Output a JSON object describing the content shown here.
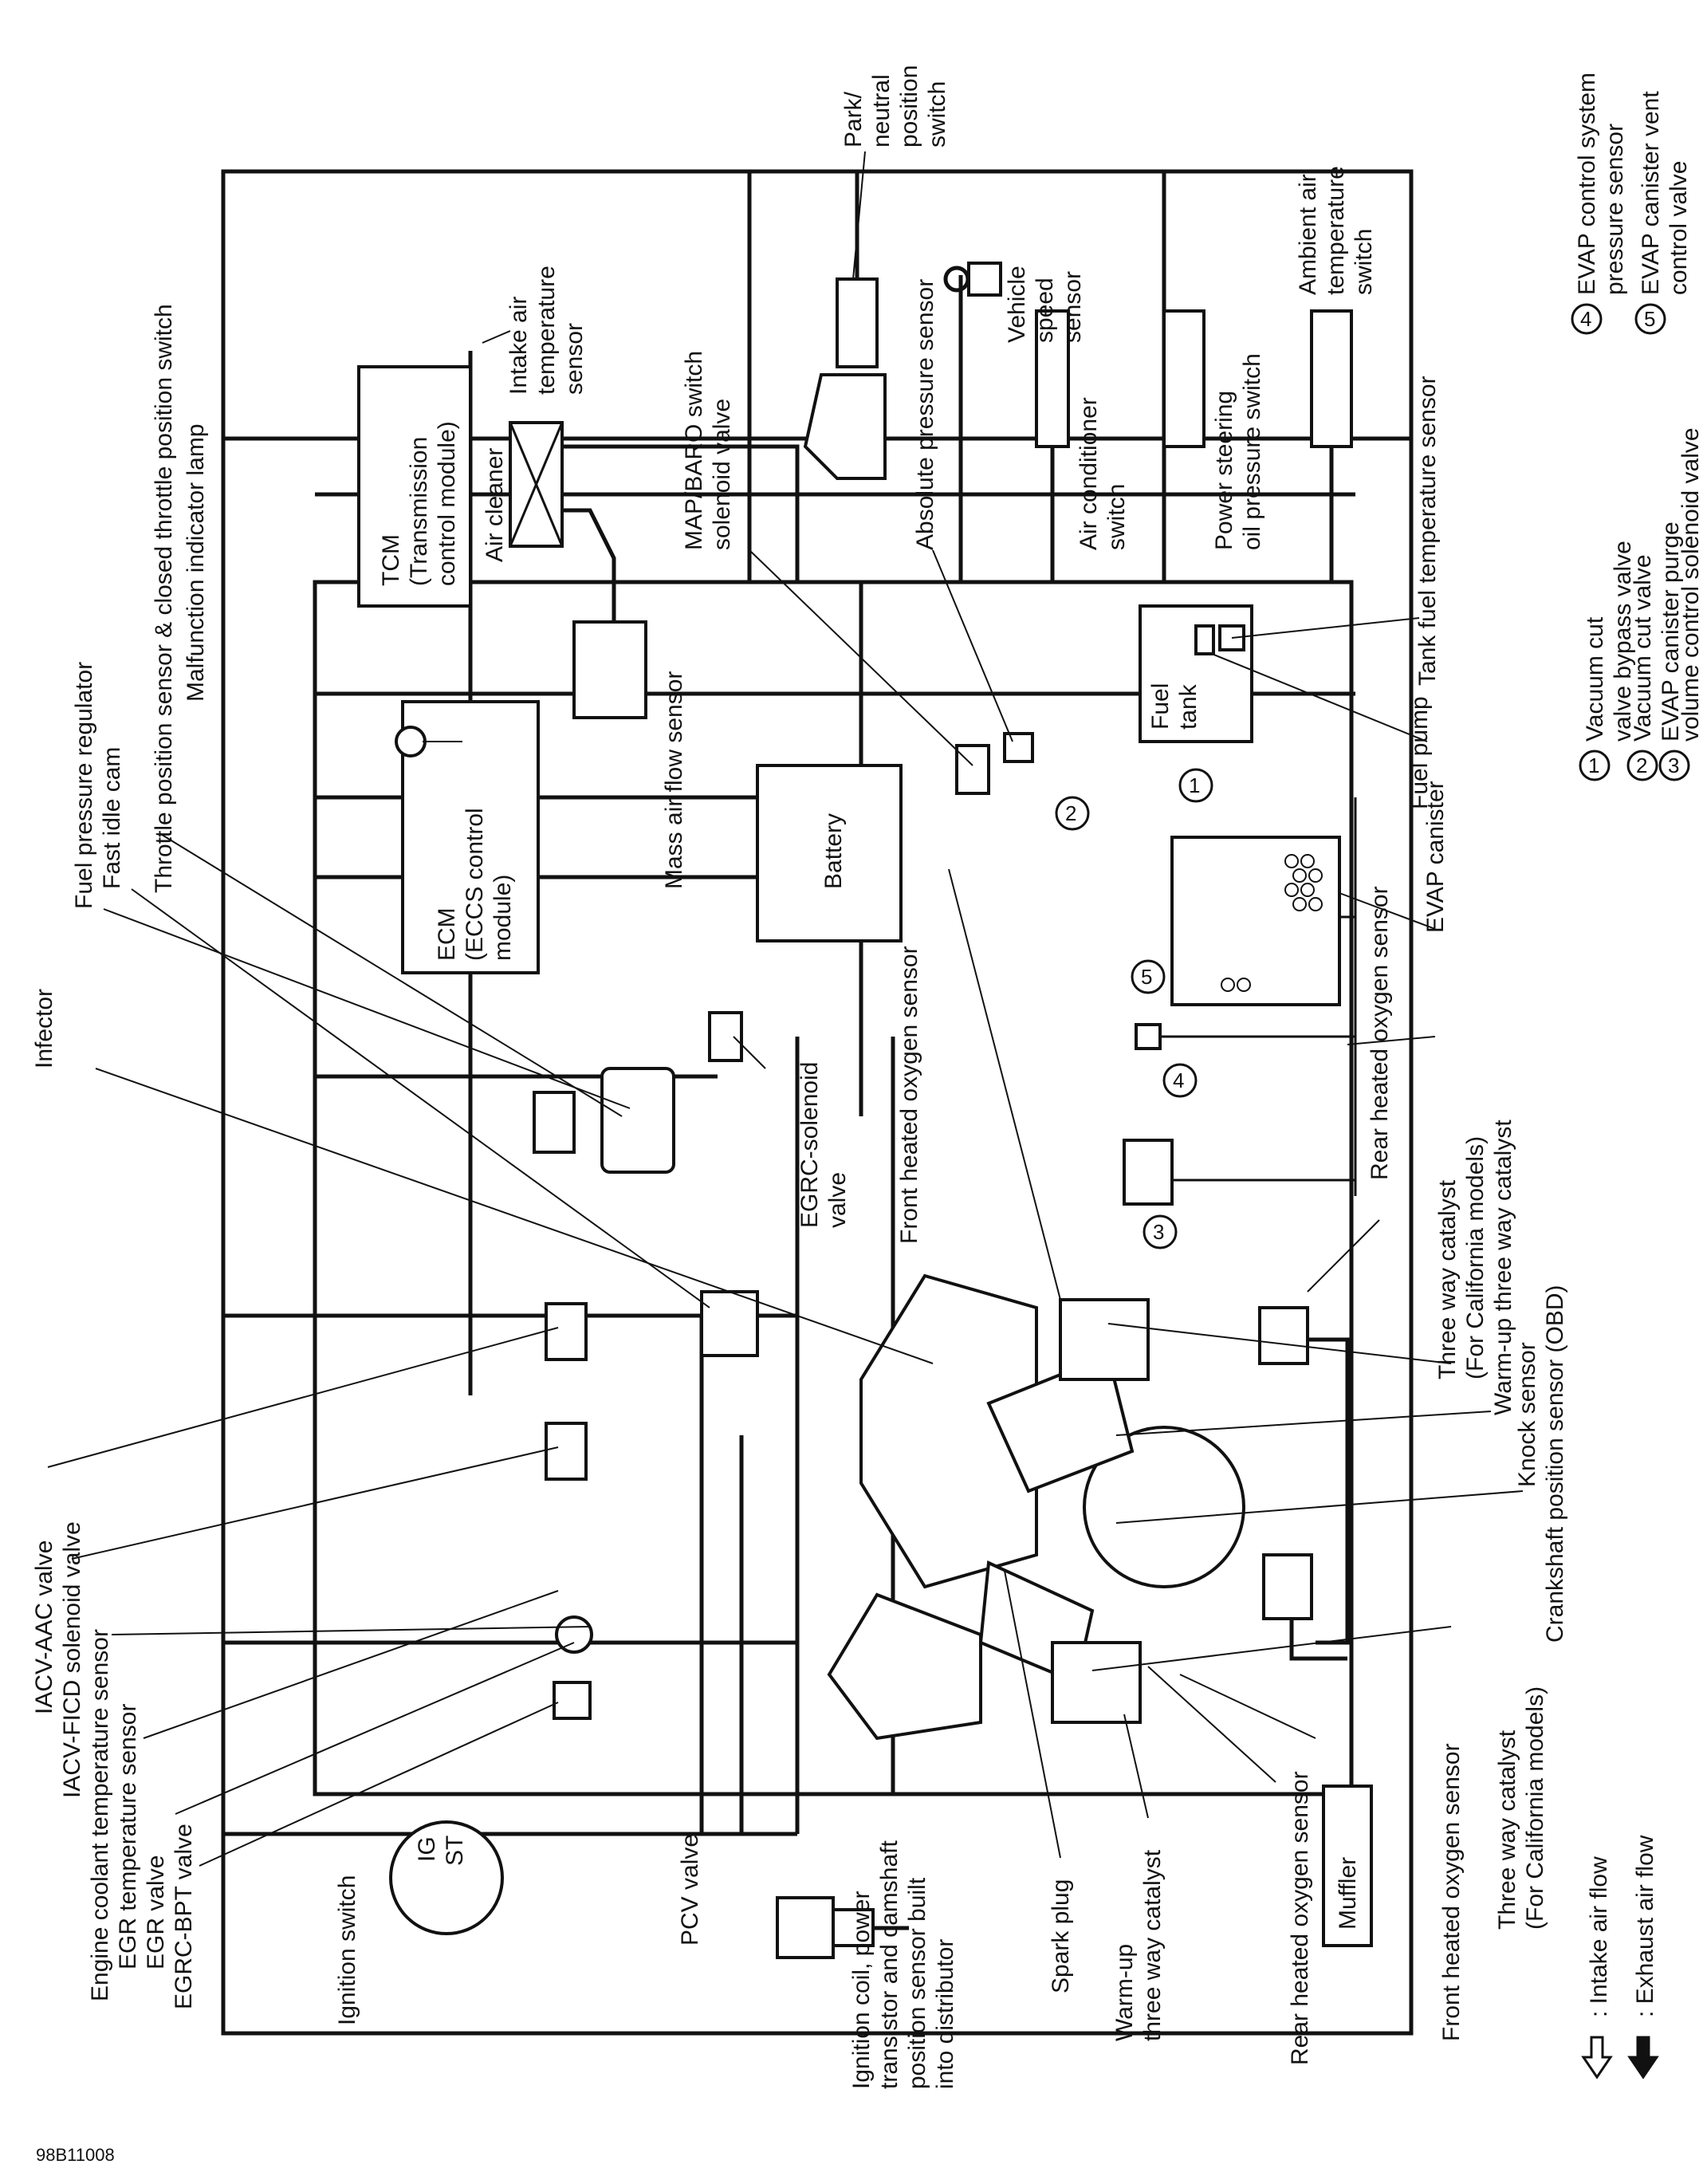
{
  "figure_id": "98B11008",
  "components": {
    "tcm": [
      "TCM",
      "(Transmission",
      "control module)"
    ],
    "ecm": [
      "ECM",
      "(ECCS control",
      "module)"
    ],
    "battery": "Battery",
    "fuel_tank": [
      "Fuel",
      "tank"
    ],
    "muffler": "Muffler",
    "ignition_ig": "IG",
    "ignition_st": "ST",
    "air_cleaner": "Air cleaner"
  },
  "labels": {
    "park_neutral": [
      "Park/",
      "neutral",
      "position",
      "switch"
    ],
    "vehicle_speed": [
      "Vehicle",
      "speed",
      "sensor"
    ],
    "air_conditioner": [
      "Air conditioner",
      "switch"
    ],
    "power_steering": [
      "Power steering",
      "oil pressure switch"
    ],
    "ambient_air": [
      "Ambient air",
      "temperature",
      "switch"
    ],
    "intake_air_temp": [
      "Intake air",
      "temperature",
      "sensor"
    ],
    "throttle_position": "Throttle position sensor & closed throttle position switch",
    "malfunction_lamp": "Malfunction indicator lamp",
    "map_baro": [
      "MAP/BARO switch",
      "solenoid valve"
    ],
    "absolute_pressure": "Absolute pressure sensor",
    "mass_air_flow": "Mass air flow sensor",
    "fuel_pressure_regulator": "Fuel pressure regulator",
    "fast_idle_cam": "Fast idle cam",
    "infector": "Infector",
    "egrc_solenoid": [
      "EGRC-solenoid",
      "valve"
    ],
    "front_heated_o2_upper": "Front heated oxygen sensor",
    "tank_fuel_temp": "Tank fuel temperature sensor",
    "fuel_pump": "Fuel pump",
    "evap_canister": "EVAP canister",
    "rear_heated_o2_right": "Rear heated oxygen sensor",
    "three_way_cat_ca_right": [
      "Three way catalyst",
      "(For California models)"
    ],
    "warmup_three_way_right": "Warm-up three way catalyst",
    "knock_sensor": "Knock sensor",
    "crankshaft_sensor": "Crankshaft position sensor (OBD)",
    "iacv_aac": "IACV-AAC valve",
    "iacv_ficd": "IACV-FICD solenoid valve",
    "engine_coolant": "Engine coolant temperature sensor",
    "egr_temp": "EGR temperature sensor",
    "egr_valve": "EGR valve",
    "egrc_bpt": "EGRC-BPT valve",
    "ignition_switch": "Ignition switch",
    "pcv_valve": "PCV valve",
    "ignition_coil": [
      "Ignition coil, power",
      "transistor and camshaft",
      "position sensor built",
      "into distributor"
    ],
    "spark_plug": "Spark plug",
    "warmup_three_way_left": [
      "Warm-up",
      "three way catalyst"
    ],
    "rear_heated_o2_left": "Rear heated oxygen sensor",
    "front_heated_o2_left": "Front heated oxygen sensor",
    "three_way_cat_ca_left": [
      "Three way catalyst",
      "(For California models)"
    ]
  },
  "legend_numbered": [
    {
      "num": "1",
      "text": [
        "Vacuum cut",
        "valve bypass valve"
      ]
    },
    {
      "num": "2",
      "text": [
        "Vacuum cut valve"
      ]
    },
    {
      "num": "3",
      "text": [
        "EVAP canister purge",
        "volume control solenoid valve"
      ]
    },
    {
      "num": "4",
      "text": [
        "EVAP control system",
        "pressure sensor"
      ]
    },
    {
      "num": "5",
      "text": [
        "EVAP canister vent",
        "control valve"
      ]
    }
  ],
  "legend_flow": [
    {
      "symbol": "hollow-arrow-icon",
      "text": ": Intake air flow"
    },
    {
      "symbol": "solid-arrow-icon",
      "text": ": Exhaust air flow"
    }
  ]
}
